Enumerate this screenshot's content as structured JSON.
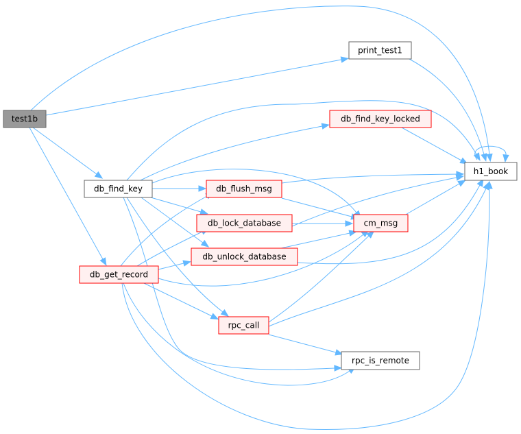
{
  "graph": {
    "colors": {
      "edge": "#63b8ff",
      "root_fill": "#999999",
      "root_border": "#666666",
      "node_fill": "#ffffff",
      "node_border": "#666666",
      "truncated_fill": "#fff0f0",
      "truncated_border": "#ff0000"
    },
    "nodes": [
      {
        "id": "test1b",
        "label": "test1b",
        "kind": "root"
      },
      {
        "id": "print_test1",
        "label": "print_test1",
        "kind": "normal"
      },
      {
        "id": "db_find_key_locked",
        "label": "db_find_key_locked",
        "kind": "truncated"
      },
      {
        "id": "h1_book",
        "label": "h1_book",
        "kind": "normal"
      },
      {
        "id": "db_find_key",
        "label": "db_find_key",
        "kind": "normal"
      },
      {
        "id": "db_flush_msg",
        "label": "db_flush_msg",
        "kind": "truncated"
      },
      {
        "id": "db_lock_database",
        "label": "db_lock_database",
        "kind": "truncated"
      },
      {
        "id": "cm_msg",
        "label": "cm_msg",
        "kind": "truncated"
      },
      {
        "id": "db_unlock_database",
        "label": "db_unlock_database",
        "kind": "truncated"
      },
      {
        "id": "db_get_record",
        "label": "db_get_record",
        "kind": "truncated"
      },
      {
        "id": "rpc_call",
        "label": "rpc_call",
        "kind": "truncated"
      },
      {
        "id": "rpc_is_remote",
        "label": "rpc_is_remote",
        "kind": "normal"
      }
    ],
    "edges": [
      {
        "from": "test1b",
        "to": "h1_book"
      },
      {
        "from": "test1b",
        "to": "print_test1"
      },
      {
        "from": "test1b",
        "to": "db_find_key"
      },
      {
        "from": "test1b",
        "to": "db_get_record"
      },
      {
        "from": "print_test1",
        "to": "h1_book"
      },
      {
        "from": "db_find_key_locked",
        "to": "h1_book"
      },
      {
        "from": "h1_book",
        "to": "h1_book"
      },
      {
        "from": "db_find_key",
        "to": "h1_book"
      },
      {
        "from": "db_find_key",
        "to": "db_find_key_locked"
      },
      {
        "from": "db_find_key",
        "to": "cm_msg"
      },
      {
        "from": "db_find_key",
        "to": "db_flush_msg"
      },
      {
        "from": "db_find_key",
        "to": "db_lock_database"
      },
      {
        "from": "db_find_key",
        "to": "db_unlock_database"
      },
      {
        "from": "db_find_key",
        "to": "rpc_call"
      },
      {
        "from": "db_find_key",
        "to": "rpc_is_remote"
      },
      {
        "from": "db_flush_msg",
        "to": "h1_book"
      },
      {
        "from": "db_flush_msg",
        "to": "cm_msg"
      },
      {
        "from": "db_lock_database",
        "to": "h1_book"
      },
      {
        "from": "db_lock_database",
        "to": "cm_msg"
      },
      {
        "from": "db_unlock_database",
        "to": "cm_msg"
      },
      {
        "from": "db_unlock_database",
        "to": "h1_book"
      },
      {
        "from": "cm_msg",
        "to": "h1_book"
      },
      {
        "from": "db_get_record",
        "to": "db_flush_msg"
      },
      {
        "from": "db_get_record",
        "to": "db_lock_database"
      },
      {
        "from": "db_get_record",
        "to": "db_unlock_database"
      },
      {
        "from": "db_get_record",
        "to": "cm_msg"
      },
      {
        "from": "db_get_record",
        "to": "rpc_call"
      },
      {
        "from": "db_get_record",
        "to": "rpc_is_remote"
      },
      {
        "from": "db_get_record",
        "to": "h1_book"
      },
      {
        "from": "rpc_call",
        "to": "cm_msg"
      },
      {
        "from": "rpc_call",
        "to": "h1_book"
      },
      {
        "from": "rpc_call",
        "to": "rpc_is_remote"
      }
    ]
  }
}
